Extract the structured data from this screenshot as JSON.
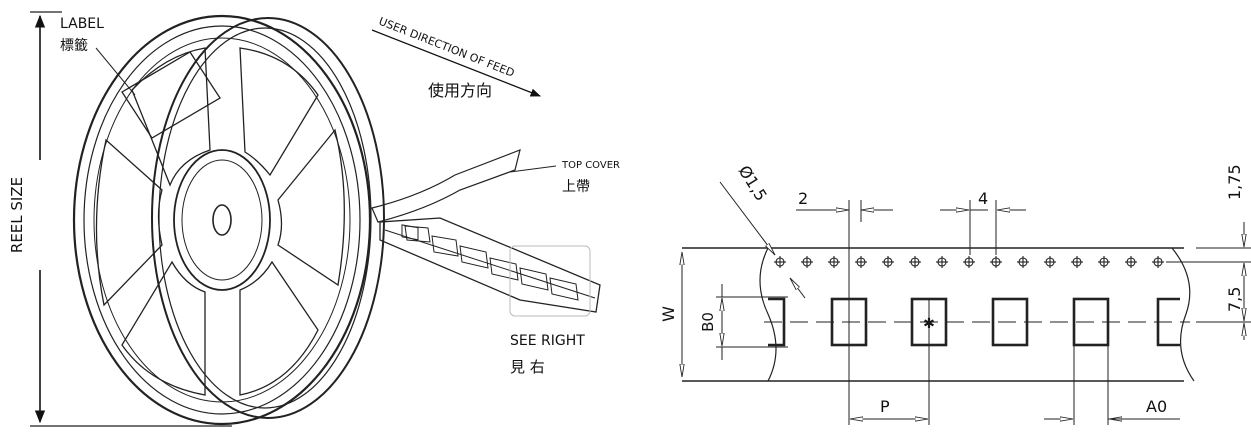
{
  "reel": {
    "reel_size": "REEL SIZE",
    "label_en": "LABEL",
    "label_zh": "標籤",
    "feed_en": "USER DIRECTION OF FEED",
    "feed_zh": "使用方向",
    "top_cover_en": "TOP COVER",
    "top_cover_zh": "上帶",
    "see_right_en": "SEE RIGHT",
    "see_right_zh": "見 右"
  },
  "tape": {
    "hole_diameter": "Ø1,5",
    "dim_2": "2",
    "dim_4": "4",
    "dim_175": "1,75",
    "dim_75": "7,5",
    "w": "W",
    "b0": "B0",
    "p": "P",
    "a0": "A0",
    "pin1_mark": "✱"
  }
}
